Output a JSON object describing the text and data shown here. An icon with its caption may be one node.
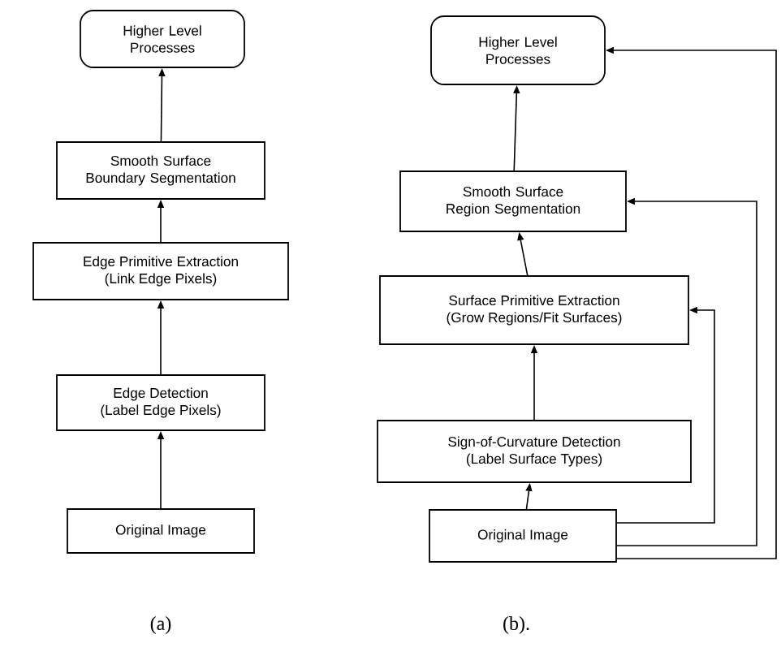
{
  "diagram": {
    "nodes": [
      {
        "text": [
          "Higher Level Processes"
        ]
      },
      {
        "text": [
          "Smooth Surface Boundary Segmentation"
        ]
      },
      {
        "text": [
          "Edge Primitive Extraction",
          "(Link Edge Pixels)"
        ]
      },
      {
        "text": [
          "Edge Detection",
          "(Label Edge Pixels)"
        ]
      },
      {
        "text": [
          "Original Image"
        ]
      },
      {
        "text": [
          "Higher Level Processes"
        ]
      },
      {
        "text": [
          "Smooth Surface Region Segmentation"
        ]
      },
      {
        "text": [
          "Surface Primitive Extraction",
          "(Grow Regions/Fit Surfaces)"
        ]
      },
      {
        "text": [
          "Sign-of-Curvature Detection",
          "(Label Surface Types)"
        ]
      },
      {
        "text": [
          "Original Image"
        ]
      }
    ],
    "edges": [
      {
        "from": 4,
        "to": 3,
        "arrow": "to"
      },
      {
        "from": 3,
        "to": 2,
        "arrow": "to"
      },
      {
        "from": 2,
        "to": 1,
        "arrow": "to"
      },
      {
        "from": 1,
        "to": 0,
        "arrow": "to"
      },
      {
        "from": 9,
        "to": 8,
        "arrow": "to"
      },
      {
        "from": 8,
        "to": 7,
        "arrow": "to"
      },
      {
        "from": 7,
        "to": 6,
        "arrow": "to"
      },
      {
        "from": 6,
        "to": 5,
        "arrow": "to"
      },
      {
        "from": 9,
        "to": 7,
        "arrow": "to"
      },
      {
        "from": 9,
        "to": 6,
        "arrow": "to"
      },
      {
        "from": 9,
        "to": 5,
        "arrow": "to"
      }
    ],
    "labels": [
      "(a)",
      "(b)."
    ]
  }
}
